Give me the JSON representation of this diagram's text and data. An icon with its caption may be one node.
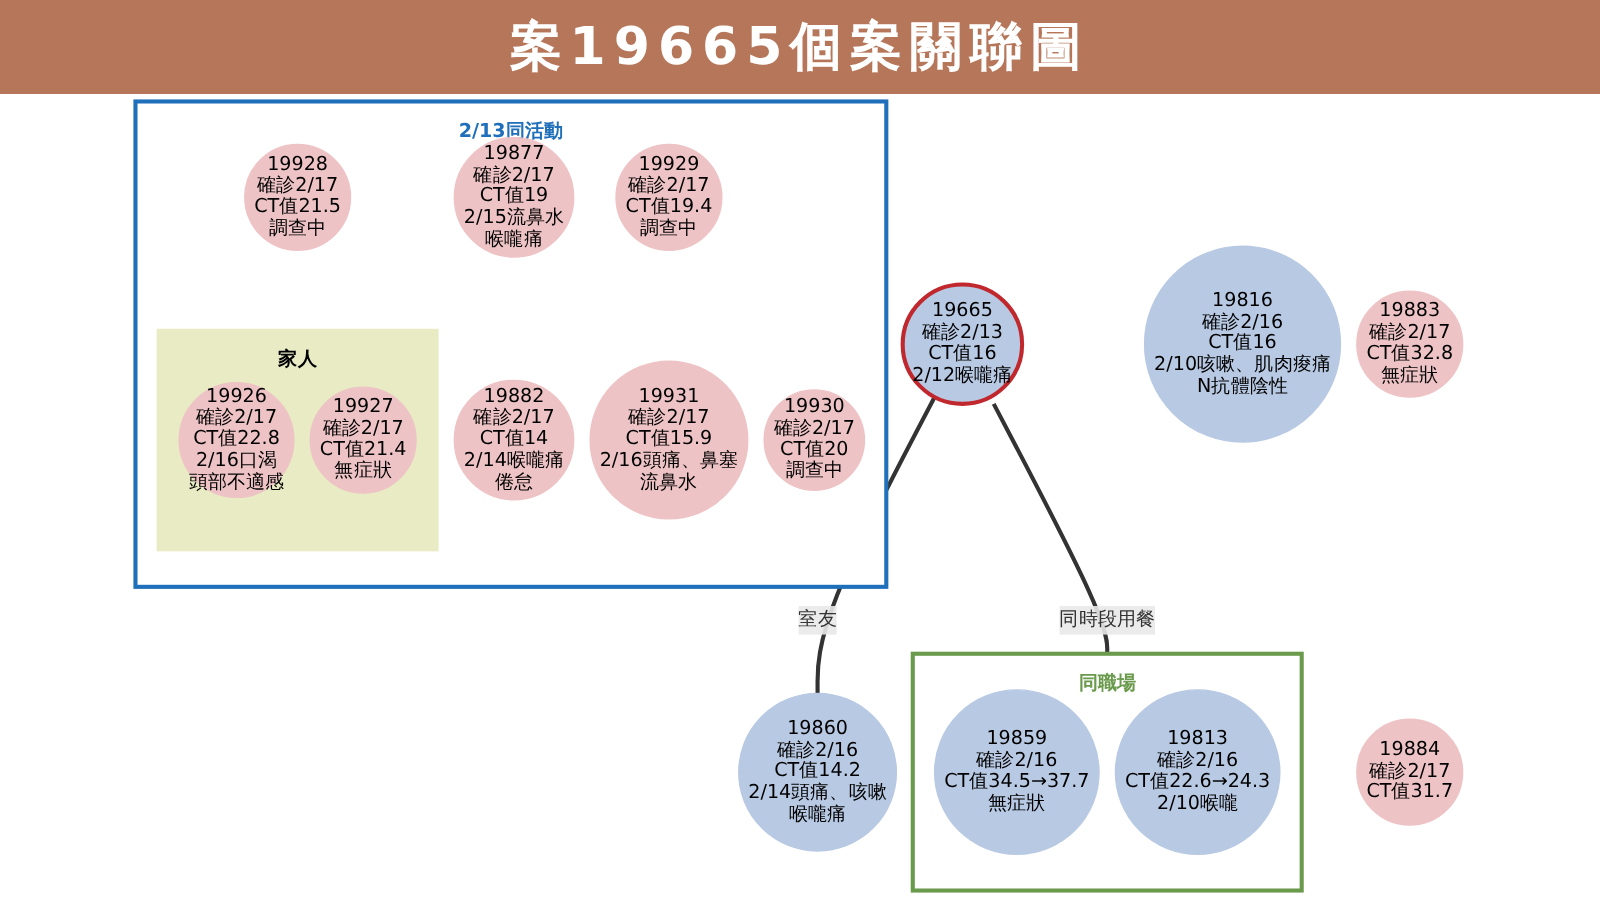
{
  "diagram": {
    "title": "案19665個案關聯圖",
    "nodes": [
      {
        "text": [
          "19665",
          "確診2/13",
          "CT值16",
          "2/12喉嚨痛"
        ]
      },
      {
        "text": [
          "19860",
          "確診2/16",
          "CT值14.2",
          "2/14頭痛、咳嗽",
          "喉嚨痛"
        ]
      },
      {
        "text": [
          "同職場"
        ]
      },
      {
        "text": [
          "19859",
          "確診2/16",
          "CT值34.5→37.7",
          "無症狀"
        ],
        "in": 2
      },
      {
        "text": [
          "19813",
          "確診2/16",
          "CT值22.6→24.3",
          "2/10喉嚨"
        ],
        "in": 2
      },
      {
        "text": [
          "19816",
          "確診2/16",
          "CT值16",
          "2/10咳嗽、肌肉痠痛",
          "N抗體陰性"
        ]
      },
      {
        "text": [
          "2/13同活動"
        ]
      },
      {
        "text": [
          "19877",
          "確診2/17",
          "CT值19",
          "2/15流鼻水",
          "喉嚨痛"
        ],
        "in": 6
      },
      {
        "text": [
          "19928",
          "確診2/17",
          "CT值21.5",
          "調查中"
        ],
        "in": 6
      },
      {
        "text": [
          "19929",
          "確診2/17",
          "CT值19.4",
          "調查中"
        ],
        "in": 6
      },
      {
        "text": [
          "19930",
          "確診2/17",
          "CT值20",
          "調查中"
        ],
        "in": 6
      },
      {
        "text": [
          "19883",
          "確診2/17",
          "CT值32.8",
          "無症狀"
        ]
      },
      {
        "text": [
          "19882",
          "確診2/17",
          "CT值14",
          "2/14喉嚨痛",
          "倦怠"
        ],
        "in": 6
      },
      {
        "text": [
          "家人"
        ],
        "in": 6
      },
      {
        "text": [
          "19926",
          "確診2/17",
          "CT值22.8",
          "2/16口渴",
          "頭部不適感"
        ],
        "in": 13
      },
      {
        "text": [
          "19927",
          "確診2/17",
          "CT值21.4",
          "無症狀"
        ],
        "in": 13
      },
      {
        "text": [
          "19931",
          "確診2/17",
          "CT值15.9",
          "2/16頭痛、鼻塞",
          "流鼻水"
        ],
        "in": 6
      },
      {
        "text": [
          "19884",
          "確診2/17",
          "CT值31.7"
        ]
      }
    ],
    "edges": [
      {
        "from": 0,
        "to": 1,
        "arrow": "none",
        "label": "室友"
      },
      {
        "from": 0,
        "to": 2,
        "arrow": "none",
        "label": "同時段用餐"
      }
    ]
  }
}
